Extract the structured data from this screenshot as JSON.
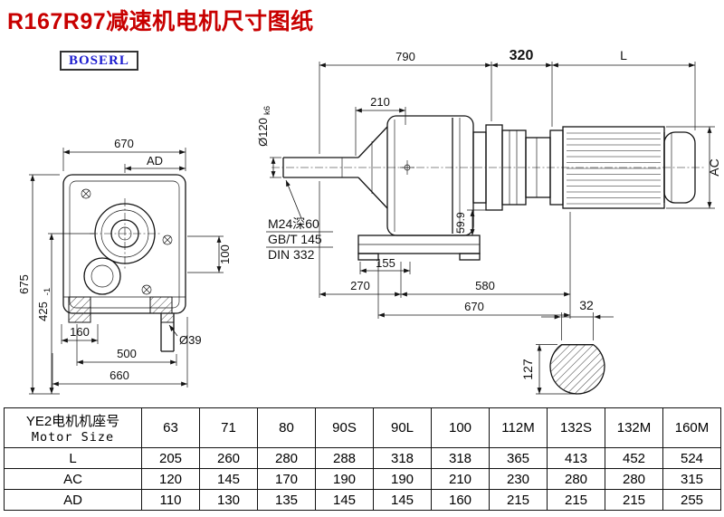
{
  "page": {
    "title": "R167R97减速机电机尺寸图纸",
    "brand": "BOSERL"
  },
  "front_view": {
    "dim_670": "670",
    "dim_ad": "AD",
    "dim_675": "675",
    "dim_425": "425",
    "dim_425_sub": "-1",
    "dim_100": "100",
    "dim_160": "160",
    "dim_500": "500",
    "dim_660": "660",
    "dim_39": "Ø39"
  },
  "side_view": {
    "dim_790": "790",
    "dim_320": "320",
    "dim_L": "L",
    "dim_120": "Ø120",
    "dim_120_sub": "k6",
    "dim_210": "210",
    "dim_ac": "AC",
    "dim_59_9": "59.9",
    "note_line1": "M24深60",
    "note_line2": "GB/T 145",
    "note_line3": "DIN 332",
    "dim_155": "155",
    "dim_270": "270",
    "dim_580": "580",
    "dim_670": "670"
  },
  "shaft_section": {
    "dim_32": "32",
    "dim_127": "127"
  },
  "table": {
    "size_label_cn": "YE2电机机座号",
    "size_label_en": "Motor Size",
    "columns": [
      "63",
      "71",
      "80",
      "90S",
      "90L",
      "100",
      "112M",
      "132S",
      "132M",
      "160M"
    ],
    "rows": [
      {
        "label": "L",
        "values": [
          "205",
          "260",
          "280",
          "288",
          "318",
          "318",
          "365",
          "413",
          "452",
          "524"
        ]
      },
      {
        "label": "AC",
        "values": [
          "120",
          "145",
          "170",
          "190",
          "190",
          "210",
          "230",
          "280",
          "280",
          "315"
        ]
      },
      {
        "label": "AD",
        "values": [
          "110",
          "130",
          "135",
          "145",
          "145",
          "160",
          "215",
          "215",
          "215",
          "255"
        ]
      }
    ]
  }
}
